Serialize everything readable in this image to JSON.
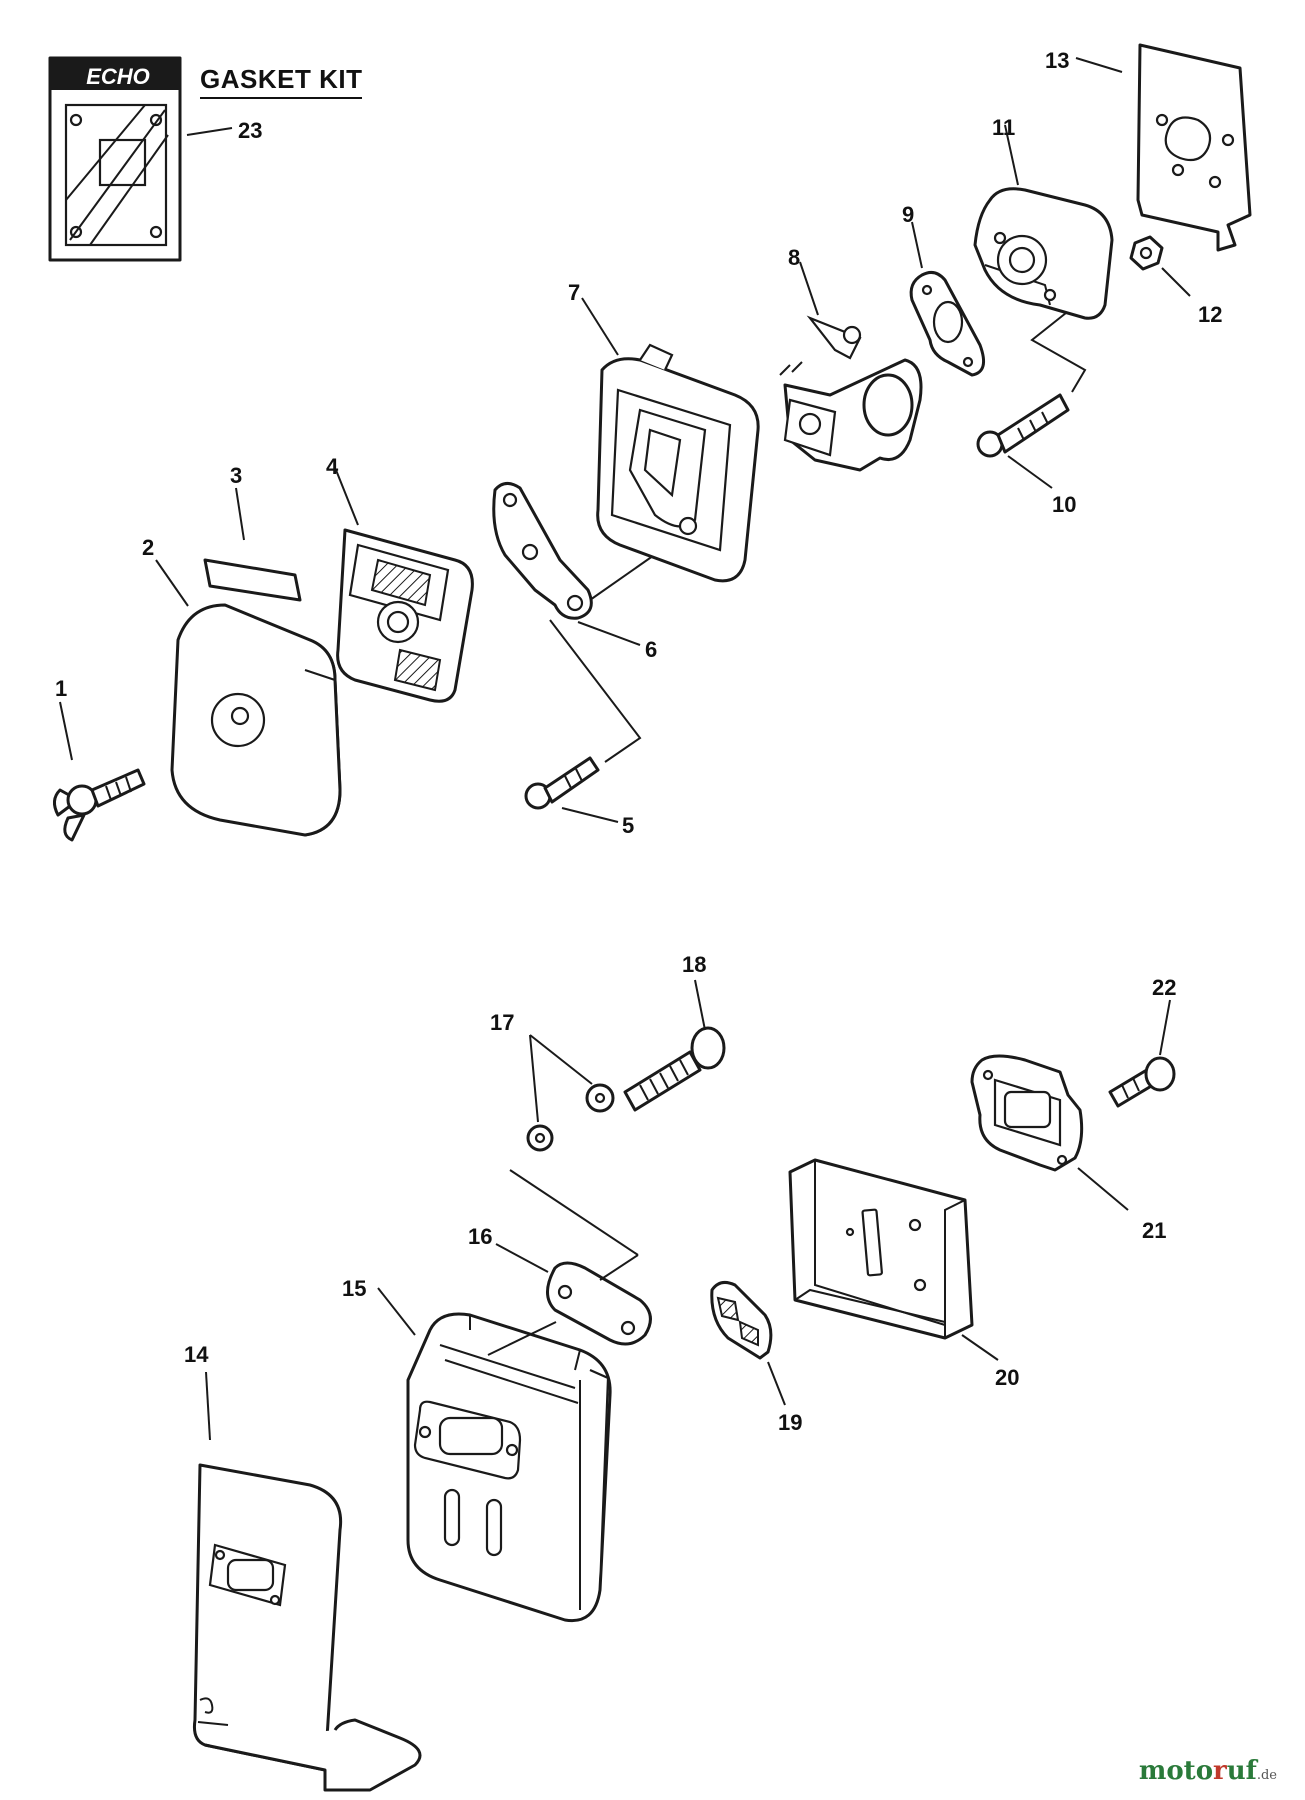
{
  "kit": {
    "brand": "ECHO",
    "title": "GASKET KIT"
  },
  "callouts": {
    "c1": "1",
    "c2": "2",
    "c3": "3",
    "c4": "4",
    "c5": "5",
    "c6": "6",
    "c7": "7",
    "c8": "8",
    "c9": "9",
    "c10": "10",
    "c11": "11",
    "c12": "12",
    "c13": "13",
    "c14": "14",
    "c15": "15",
    "c16": "16",
    "c17": "17",
    "c18": "18",
    "c19": "19",
    "c20": "20",
    "c21": "21",
    "c22": "22",
    "c23": "23"
  },
  "watermark": {
    "part1": "moto",
    "part2": "r",
    "part3": "uf",
    "domain": ".de"
  },
  "colors": {
    "line": "#1a1a1a",
    "wm_green": "#2a7a3a",
    "wm_red": "#c0392b"
  }
}
